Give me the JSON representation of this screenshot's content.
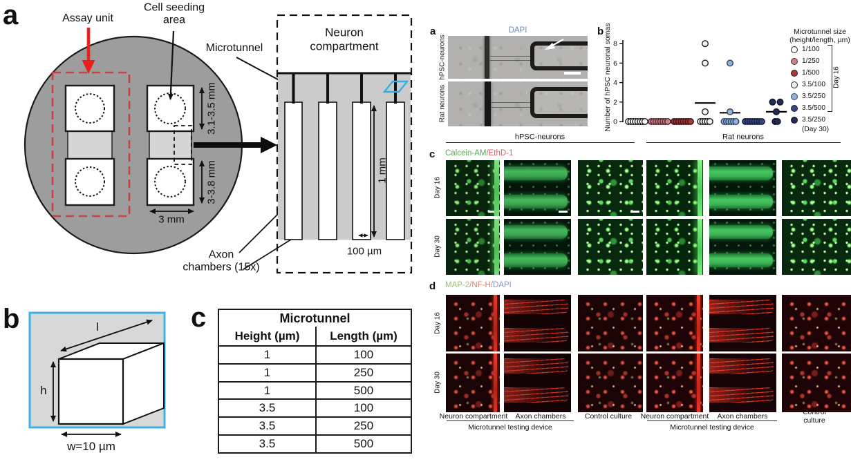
{
  "figure_left": {
    "panel_a_label": "a",
    "panel_b_label": "b",
    "panel_c_label": "c",
    "device": {
      "assay_unit": "Assay unit",
      "cell_seeding_area": "Cell seeding\narea",
      "microtunnel": "Microtunnel",
      "axon_chambers": "Axon\nchambers (15x)",
      "dim_seeding_height_top": "3.1-3.5 mm",
      "dim_seeding_height_bottom": "3-3.8 mm",
      "dim_seeding_width": "3 mm"
    },
    "zoom_view": {
      "neuron_compartment": "Neuron\ncompartment",
      "dim_chamber_length": "1 mm",
      "dim_chamber_width": "100 µm"
    },
    "cuboid": {
      "length": "l",
      "height": "h",
      "width": "w=10 µm"
    },
    "table": {
      "title": "Microtunnel",
      "columns": [
        "Height (µm)",
        "Length (µm)"
      ],
      "rows": [
        [
          "1",
          "100"
        ],
        [
          "1",
          "250"
        ],
        [
          "1",
          "500"
        ],
        [
          "3.5",
          "100"
        ],
        [
          "3.5",
          "250"
        ],
        [
          "3.5",
          "500"
        ]
      ]
    }
  },
  "figure_right": {
    "panel_a": {
      "label": "a",
      "stain": "DAPI",
      "row1": "hPSC-neurons",
      "row2": "Rat neurons"
    },
    "panel_b": {
      "label": "b"
    },
    "panel_c": {
      "label": "c",
      "stain_green": "Calcein-AM",
      "stain_red": "/EthD-1",
      "group1": "hPSC-neurons",
      "group2": "Rat neurons",
      "row1": "Day 16",
      "row2": "Day 30"
    },
    "panel_d": {
      "label": "d",
      "stain_green": "MAP-2",
      "stain_red": "/NF-H",
      "stain_blue": "/DAPI",
      "row1": "Day 16",
      "row2": "Day 30",
      "col1": "Neuron compartment",
      "col2": "Axon chambers",
      "col3": "Control culture",
      "device_label": "Microtunnel testing device"
    },
    "colors": {
      "blue_accent": "#35aee2",
      "red_dashed": "#c9413f",
      "red_arrow": "#e8211c",
      "dapi_text": "#6b86b8",
      "calcein_green": "#4fae4f",
      "ethd_red": "#d4606f",
      "map2_green": "#9cba74",
      "nfh_red": "#e27a68",
      "dapi_blue": "#8892c4"
    }
  },
  "chart_data": {
    "type": "scatter",
    "title": "",
    "xlabel": "",
    "ylabel": "Number of hPSC neuronal somas",
    "ylim": [
      0,
      8
    ],
    "yticks": [
      0,
      2,
      4,
      6,
      8
    ],
    "grid": false,
    "legend_position": "right",
    "legend_title": "Microtunnel size\n(height/length, µm)",
    "legend_bracket_label": "Day 16",
    "groups": [
      {
        "label": "1/100",
        "fill": "#ffffff",
        "edge": "#1a1a1a",
        "values": [
          0,
          0,
          0,
          0,
          0,
          0,
          0,
          0
        ],
        "mean": 0
      },
      {
        "label": "1/250",
        "fill": "#c4848f",
        "edge": "#54202a",
        "values": [
          0,
          0,
          0,
          0,
          0,
          0,
          0,
          0
        ],
        "mean": 0
      },
      {
        "label": "1/500",
        "fill": "#a23a3a",
        "edge": "#401012",
        "values": [
          0,
          0,
          0,
          0,
          0,
          0,
          0,
          0
        ],
        "mean": 0
      },
      {
        "label": "3.5/100",
        "fill": "#eef3f8",
        "edge": "#1a1a1a",
        "values": [
          8,
          6,
          1,
          0,
          0,
          0,
          0,
          0
        ],
        "mean": 1.9
      },
      {
        "label": "3.5/250",
        "fill": "#93b1d4",
        "edge": "#28406a",
        "values": [
          6,
          1,
          0,
          0,
          0,
          0,
          0,
          0
        ],
        "mean": 0.9
      },
      {
        "label": "3.5/500",
        "fill": "#35497e",
        "edge": "#141d3c",
        "values": [
          0,
          0,
          0,
          0,
          0,
          0,
          0,
          0
        ],
        "mean": 0
      },
      {
        "label": "3.5/250",
        "label2": "(Day 30)",
        "fill": "#232c52",
        "edge": "#0c1128",
        "values": [
          2,
          2,
          1,
          0,
          0
        ],
        "mean": 1
      }
    ]
  }
}
